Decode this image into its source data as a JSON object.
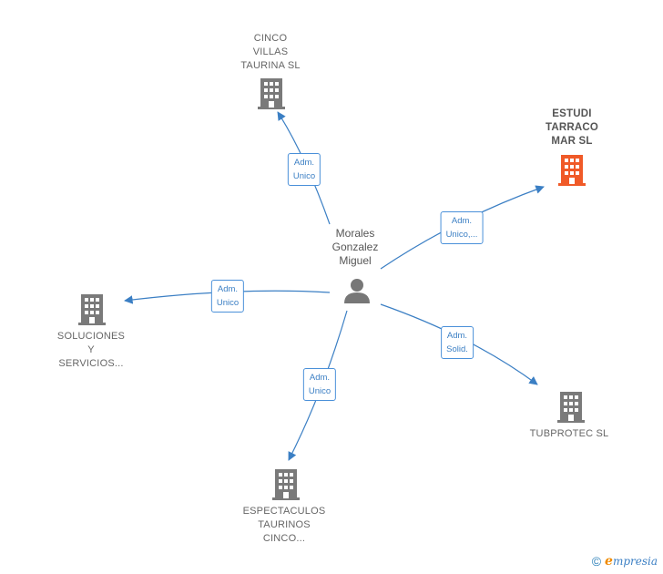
{
  "center": {
    "label": "Morales\nGonzalez\nMiguel",
    "icon": "person-icon"
  },
  "companies": [
    {
      "id": "cinco-villas",
      "label": "CINCO\nVILLAS\nTAURINA SL",
      "icon": "building-icon",
      "color": "#7a7a7a",
      "highlight": false
    },
    {
      "id": "estudi-tarraco",
      "label": "ESTUDI\nTARRACO\nMAR SL",
      "icon": "building-icon",
      "color": "#f05a28",
      "highlight": true
    },
    {
      "id": "soluciones",
      "label": "SOLUCIONES\nY\nSERVICIOS...",
      "icon": "building-icon",
      "color": "#7a7a7a",
      "highlight": false
    },
    {
      "id": "tubprotec",
      "label": "TUBPROTEC SL",
      "icon": "building-icon",
      "color": "#7a7a7a",
      "highlight": false
    },
    {
      "id": "espectaculos",
      "label": "ESPECTACULOS\nTAURINOS\nCINCO...",
      "icon": "building-icon",
      "color": "#7a7a7a",
      "highlight": false
    }
  ],
  "relations": [
    {
      "to": "cinco-villas",
      "label": "Adm.\nUnico"
    },
    {
      "to": "estudi-tarraco",
      "label": "Adm.\nUnico,..."
    },
    {
      "to": "soluciones",
      "label": "Adm.\nUnico"
    },
    {
      "to": "tubprotec",
      "label": "Adm.\nSolid."
    },
    {
      "to": "espectaculos",
      "label": "Adm.\nUnico"
    }
  ],
  "colors": {
    "edge": "#3b7fc4",
    "person": "#777777"
  },
  "footer": {
    "copyright": "©",
    "brand_initial": "e",
    "brand_rest": "mpresia"
  }
}
